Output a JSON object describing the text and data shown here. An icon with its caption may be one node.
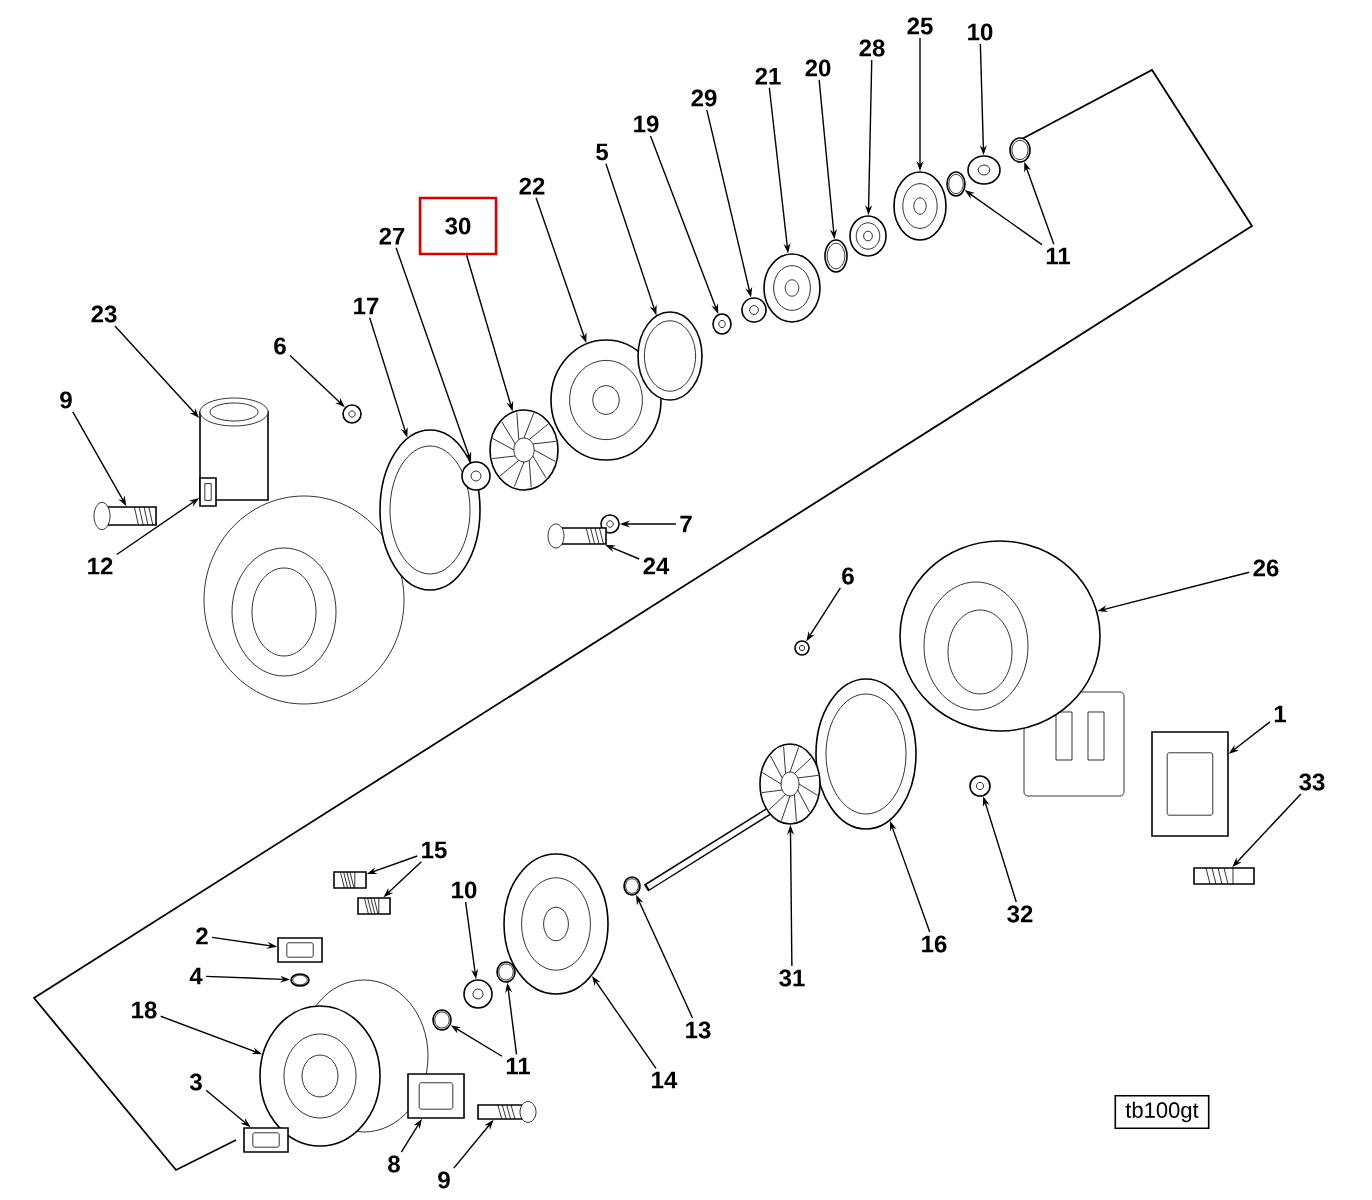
{
  "diagram": {
    "nodes": [
      {
        "text": [
          "23"
        ]
      },
      {
        "text": [],
        "shape": "picture"
      },
      {
        "text": [
          "9"
        ]
      },
      {
        "text": [],
        "shape": "picture"
      },
      {
        "text": [
          "12"
        ]
      },
      {
        "text": [],
        "shape": "picture"
      },
      {
        "text": [
          "6"
        ]
      },
      {
        "text": [],
        "shape": "picture"
      },
      {
        "text": [
          "17"
        ]
      },
      {
        "text": [],
        "shape": "picture"
      },
      {
        "text": [
          "27"
        ]
      },
      {
        "text": [],
        "shape": "picture"
      },
      {
        "text": [
          "30"
        ]
      },
      {
        "text": [],
        "shape": "picture"
      },
      {
        "text": [
          "22"
        ]
      },
      {
        "text": [],
        "shape": "picture"
      },
      {
        "text": [
          "5"
        ]
      },
      {
        "text": [],
        "shape": "picture"
      },
      {
        "text": [
          "19"
        ]
      },
      {
        "text": [],
        "shape": "picture"
      },
      {
        "text": [
          "29"
        ]
      },
      {
        "text": [],
        "shape": "picture"
      },
      {
        "text": [
          "21"
        ]
      },
      {
        "text": [],
        "shape": "picture"
      },
      {
        "text": [
          "20"
        ]
      },
      {
        "text": [],
        "shape": "picture"
      },
      {
        "text": [
          "28"
        ]
      },
      {
        "text": [],
        "shape": "picture"
      },
      {
        "text": [
          "25"
        ]
      },
      {
        "text": [],
        "shape": "picture"
      },
      {
        "text": [
          "10"
        ]
      },
      {
        "text": [],
        "shape": "picture"
      },
      {
        "text": [
          "11"
        ]
      },
      {
        "text": [],
        "shape": "picture"
      },
      {
        "text": [],
        "shape": "picture"
      },
      {
        "text": [
          "7"
        ]
      },
      {
        "text": [],
        "shape": "picture"
      },
      {
        "text": [
          "24"
        ]
      },
      {
        "text": [],
        "shape": "picture"
      },
      {
        "text": [
          "6"
        ]
      },
      {
        "text": [],
        "shape": "picture"
      },
      {
        "text": [
          "26"
        ]
      },
      {
        "text": [],
        "shape": "picture"
      },
      {
        "text": [
          "1"
        ]
      },
      {
        "text": [],
        "shape": "picture"
      },
      {
        "text": [
          "33"
        ]
      },
      {
        "text": [],
        "shape": "picture"
      },
      {
        "text": [
          "32"
        ]
      },
      {
        "text": [],
        "shape": "picture"
      },
      {
        "text": [
          "16"
        ]
      },
      {
        "text": [],
        "shape": "picture"
      },
      {
        "text": [
          "31"
        ]
      },
      {
        "text": [],
        "shape": "picture"
      },
      {
        "text": [
          "13"
        ]
      },
      {
        "text": [],
        "shape": "picture"
      },
      {
        "text": [
          "14"
        ]
      },
      {
        "text": [],
        "shape": "picture"
      },
      {
        "text": [
          "15"
        ]
      },
      {
        "text": [],
        "shape": "picture"
      },
      {
        "text": [],
        "shape": "picture"
      },
      {
        "text": [
          "10"
        ]
      },
      {
        "text": [],
        "shape": "picture"
      },
      {
        "text": [
          "11"
        ]
      },
      {
        "text": [],
        "shape": "picture"
      },
      {
        "text": [],
        "shape": "picture"
      },
      {
        "text": [
          "2"
        ]
      },
      {
        "text": [],
        "shape": "picture"
      },
      {
        "text": [
          "4"
        ]
      },
      {
        "text": [],
        "shape": "picture"
      },
      {
        "text": [
          "18"
        ]
      },
      {
        "text": [],
        "shape": "picture"
      },
      {
        "text": [
          "3"
        ]
      },
      {
        "text": [],
        "shape": "picture"
      },
      {
        "text": [
          "8"
        ]
      },
      {
        "text": [],
        "shape": "picture"
      },
      {
        "text": [
          "9"
        ]
      },
      {
        "text": [],
        "shape": "picture"
      },
      {
        "text": [
          "tb100gt"
        ]
      }
    ],
    "edges": [
      {
        "from": 0,
        "to": 1,
        "arrow": "to"
      },
      {
        "from": 2,
        "to": 3,
        "arrow": "to"
      },
      {
        "from": 4,
        "to": 5,
        "arrow": "to"
      },
      {
        "from": 6,
        "to": 7,
        "arrow": "to"
      },
      {
        "from": 8,
        "to": 9,
        "arrow": "to"
      },
      {
        "from": 10,
        "to": 11,
        "arrow": "to"
      },
      {
        "from": 12,
        "to": 13,
        "arrow": "to"
      },
      {
        "from": 14,
        "to": 15,
        "arrow": "to"
      },
      {
        "from": 16,
        "to": 17,
        "arrow": "to"
      },
      {
        "from": 18,
        "to": 19,
        "arrow": "to"
      },
      {
        "from": 20,
        "to": 21,
        "arrow": "to"
      },
      {
        "from": 22,
        "to": 23,
        "arrow": "to"
      },
      {
        "from": 24,
        "to": 25,
        "arrow": "to"
      },
      {
        "from": 26,
        "to": 27,
        "arrow": "to"
      },
      {
        "from": 28,
        "to": 29,
        "arrow": "to"
      },
      {
        "from": 30,
        "to": 31,
        "arrow": "to"
      },
      {
        "from": 32,
        "to": 33,
        "arrow": "to"
      },
      {
        "from": 32,
        "to": 34,
        "arrow": "to"
      },
      {
        "from": 35,
        "to": 36,
        "arrow": "to"
      },
      {
        "from": 37,
        "to": 38,
        "arrow": "to"
      },
      {
        "from": 39,
        "to": 40,
        "arrow": "to"
      },
      {
        "from": 41,
        "to": 42,
        "arrow": "to"
      },
      {
        "from": 43,
        "to": 44,
        "arrow": "to"
      },
      {
        "from": 45,
        "to": 46,
        "arrow": "to"
      },
      {
        "from": 47,
        "to": 48,
        "arrow": "to"
      },
      {
        "from": 49,
        "to": 50,
        "arrow": "to"
      },
      {
        "from": 51,
        "to": 52,
        "arrow": "to"
      },
      {
        "from": 53,
        "to": 54,
        "arrow": "to"
      },
      {
        "from": 55,
        "to": 56,
        "arrow": "to"
      },
      {
        "from": 57,
        "to": 58,
        "arrow": "to"
      },
      {
        "from": 57,
        "to": 59,
        "arrow": "to"
      },
      {
        "from": 60,
        "to": 61,
        "arrow": "to"
      },
      {
        "from": 62,
        "to": 63,
        "arrow": "to"
      },
      {
        "from": 62,
        "to": 64,
        "arrow": "to"
      },
      {
        "from": 65,
        "to": 66,
        "arrow": "to"
      },
      {
        "from": 67,
        "to": 68,
        "arrow": "to"
      },
      {
        "from": 69,
        "to": 70,
        "arrow": "to"
      },
      {
        "from": 71,
        "to": 72,
        "arrow": "to"
      },
      {
        "from": 73,
        "to": 74,
        "arrow": "to"
      },
      {
        "from": 75,
        "to": 76,
        "arrow": "to"
      }
    ]
  }
}
